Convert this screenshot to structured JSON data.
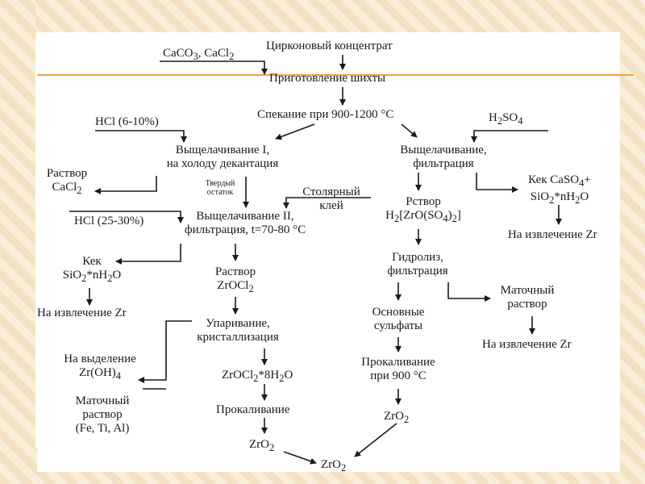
{
  "nodes": {
    "concentrate": "Цирконовый концентрат",
    "caco3": [
      "CaCO",
      "3",
      ", CaCl",
      "2"
    ],
    "charge": "Приготовление шихты",
    "sinter": "Спекание при 900-1200 °C",
    "hcl1": "HCl (6-10%)",
    "h2so4": [
      "H",
      "2",
      "SO",
      "4"
    ],
    "leach1_a": "Выщелачивание I,",
    "leach1_b": "на холоду декантация",
    "leach_s_a": "Выщелачивание,",
    "leach_s_b": "фильтрация",
    "cacl2_a": "Раствор",
    "cacl2_b": [
      "CaCl",
      "2"
    ],
    "solid_a": "Твердый",
    "solid_b": "остаток",
    "glue_a": "Столярный",
    "glue_b": "клей",
    "cake_caso4_a": [
      "Кек CaSO",
      "4",
      "+"
    ],
    "cake_caso4_b": [
      "SiO",
      "2",
      "*nH",
      "2",
      "O"
    ],
    "solution2_a": "Рствор",
    "solution2_b": [
      "H",
      "2",
      "[ZrO(SO",
      "4",
      ")",
      "2",
      "]"
    ],
    "hcl2": "HCl (25-30%)",
    "leach2_a": "Выщелачивание II,",
    "leach2_b": "фильтрация, t=70-80 °C",
    "extract_zr_right": "На извлечение Zr",
    "cake_sio2_a": "Кек",
    "cake_sio2_b": [
      "SiO",
      "2",
      "*nH",
      "2",
      "O"
    ],
    "zrocl2_a": "Раствор",
    "zrocl2_b": [
      "ZrOCl",
      "2"
    ],
    "hydro_a": "Гидролиз,",
    "hydro_b": "фильтрация",
    "mother_r_a": "Маточный",
    "mother_r_b": "раствор",
    "extract_zr_left": "На извлечение Zr",
    "evap_a": "Упаривание,",
    "evap_b": "кристаллизация",
    "basic_a": "Основные",
    "basic_b": "сульфаты",
    "extract_zr_mid": "На извлечение Zr",
    "zroh_a": "На выделение",
    "zroh_b": [
      "Zr(OH)",
      "4"
    ],
    "zrocl2_8h2o": [
      "ZrOCl",
      "2",
      "*8H",
      "2",
      "O"
    ],
    "calc_r_a": "Прокаливание",
    "calc_r_b": "при 900 °C",
    "mother_l_a": "Маточный",
    "mother_l_b": "раствор",
    "mother_l_c": "(Fe, Ti, Al)",
    "calc_l": "Прокаливание",
    "zro2_r": [
      "ZrO",
      "2"
    ],
    "zro2_l": [
      "ZrO",
      "2"
    ],
    "zro2_final": [
      "ZrO",
      "2"
    ]
  },
  "colors": {
    "accent": "#f2a33c",
    "stripe": "#f3e2c2",
    "text": "#1a1a1a"
  }
}
